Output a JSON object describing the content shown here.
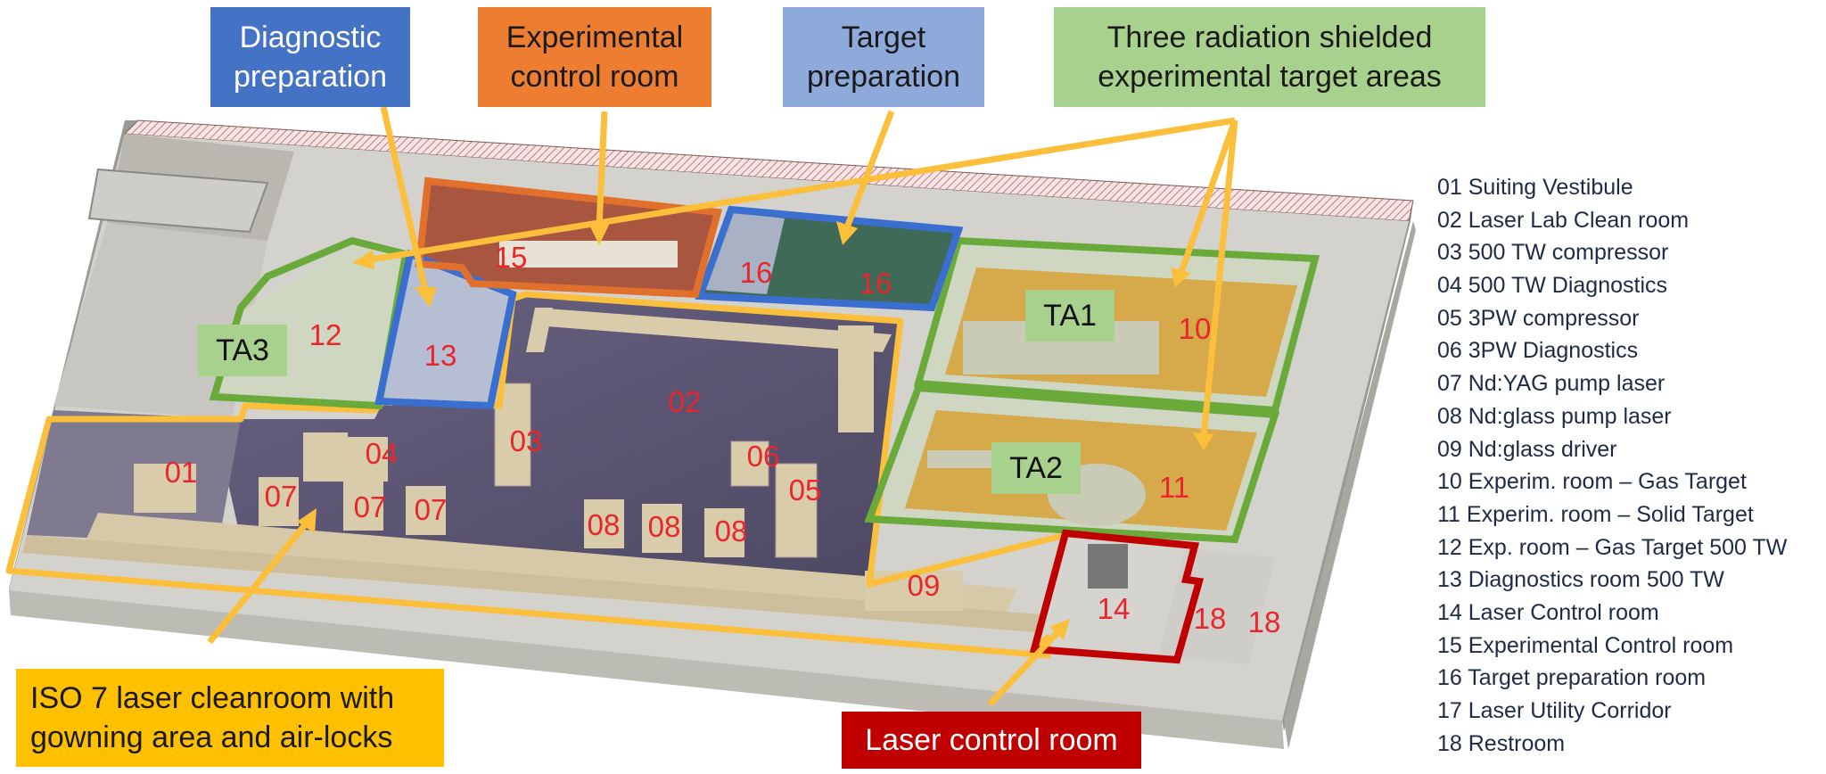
{
  "callouts": {
    "diagnostic": "Diagnostic preparation",
    "exp_control": "Experimental control room",
    "target_prep": "Target preparation",
    "shielded": "Three radiation shielded experimental target areas",
    "cleanroom": "ISO 7 laser cleanroom with gowning area and air-locks",
    "laser_control": "Laser control room"
  },
  "area_tags": {
    "ta1": "TA1",
    "ta2": "TA2",
    "ta3": "TA3"
  },
  "room_numbers": [
    "01",
    "02",
    "03",
    "04",
    "05",
    "06",
    "07",
    "07",
    "07",
    "08",
    "08",
    "08",
    "09",
    "10",
    "11",
    "12",
    "13",
    "14",
    "15",
    "16",
    "16",
    "18",
    "18"
  ],
  "legend": [
    "01 Suiting Vestibule",
    "02 Laser Lab Clean room",
    "03 500 TW compressor",
    "04 500 TW Diagnostics",
    "05 3PW compressor",
    "06 3PW Diagnostics",
    "07 Nd:YAG pump laser",
    "08 Nd:glass pump laser",
    "09 Nd:glass driver",
    "10 Experim. room – Gas Target",
    "11 Experim. room – Solid Target",
    "12 Exp. room – Gas Target 500 TW",
    "13 Diagnostics room 500 TW",
    "14 Laser Control room",
    "15 Experimental Control room",
    "16 Target preparation room",
    "17 Laser Utility Corridor",
    "18 Restroom"
  ],
  "colors": {
    "cleanroom_outline": "#fbbf3c",
    "target_area_outline": "#6aaa3a",
    "target_prep_outline": "#3a6fd0",
    "exp_control_outline": "#e0702c",
    "laser_control_outline": "#c00000",
    "room_number": "#e8262b",
    "floor": "#5a5470",
    "walls": "#c9bfa3"
  }
}
